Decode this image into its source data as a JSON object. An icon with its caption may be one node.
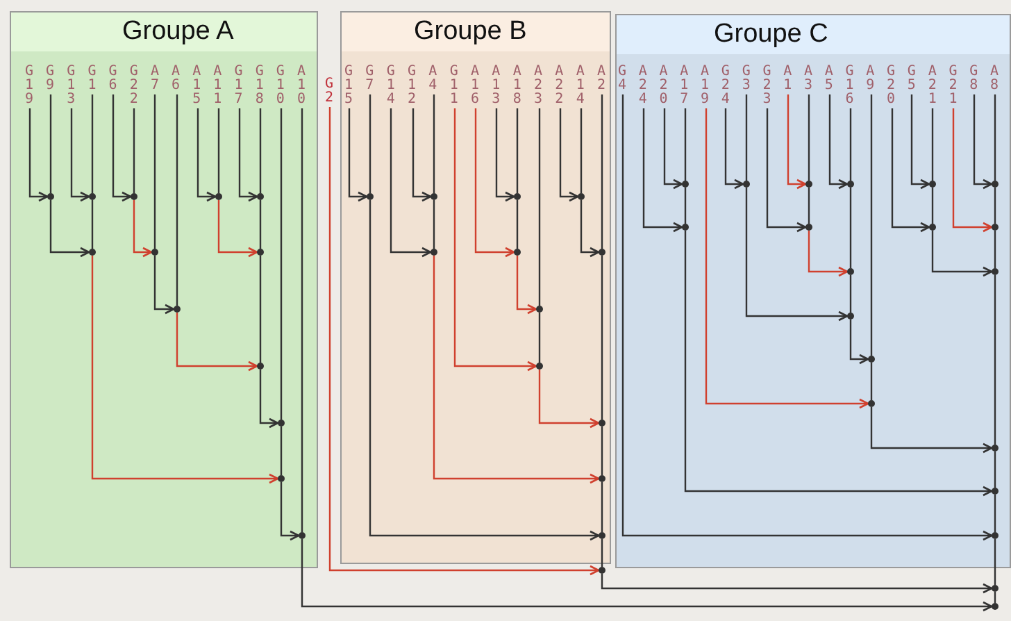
{
  "diagram": {
    "nodes": [
      {
        "text": [
          "Groupe A"
        ]
      },
      {
        "text": [
          "G19"
        ],
        "in": 0
      },
      {
        "text": [
          "G9"
        ],
        "in": 0
      },
      {
        "text": [
          "G13"
        ],
        "in": 0
      },
      {
        "text": [
          "G1"
        ],
        "in": 0
      },
      {
        "text": [
          "G6"
        ],
        "in": 0
      },
      {
        "text": [
          "G22"
        ],
        "in": 0
      },
      {
        "text": [
          "A7"
        ],
        "in": 0
      },
      {
        "text": [
          "A6"
        ],
        "in": 0
      },
      {
        "text": [
          "A15"
        ],
        "in": 0
      },
      {
        "text": [
          "A11"
        ],
        "in": 0
      },
      {
        "text": [
          "G17"
        ],
        "in": 0
      },
      {
        "text": [
          "G18"
        ],
        "in": 0
      },
      {
        "text": [
          "G10"
        ],
        "in": 0
      },
      {
        "text": [
          "A10"
        ],
        "in": 0
      },
      {
        "text": [
          "G2"
        ]
      },
      {
        "text": [
          "Groupe B"
        ]
      },
      {
        "text": [
          "G15"
        ],
        "in": 16
      },
      {
        "text": [
          "G7"
        ],
        "in": 16
      },
      {
        "text": [
          "G14"
        ],
        "in": 16
      },
      {
        "text": [
          "G12"
        ],
        "in": 16
      },
      {
        "text": [
          "A4"
        ],
        "in": 16
      },
      {
        "text": [
          "G11"
        ],
        "in": 16
      },
      {
        "text": [
          "A16"
        ],
        "in": 16
      },
      {
        "text": [
          "A13"
        ],
        "in": 16
      },
      {
        "text": [
          "A18"
        ],
        "in": 16
      },
      {
        "text": [
          "A23"
        ],
        "in": 16
      },
      {
        "text": [
          "A22"
        ],
        "in": 16
      },
      {
        "text": [
          "A14"
        ],
        "in": 16
      },
      {
        "text": [
          "A2"
        ],
        "in": 16
      },
      {
        "text": [
          "Groupe C"
        ]
      },
      {
        "text": [
          "G4"
        ],
        "in": 30
      },
      {
        "text": [
          "A24"
        ],
        "in": 30
      },
      {
        "text": [
          "A20"
        ],
        "in": 30
      },
      {
        "text": [
          "A17"
        ],
        "in": 30
      },
      {
        "text": [
          "A19"
        ],
        "in": 30
      },
      {
        "text": [
          "G24"
        ],
        "in": 30
      },
      {
        "text": [
          "G3"
        ],
        "in": 30
      },
      {
        "text": [
          "G23"
        ],
        "in": 30
      },
      {
        "text": [
          "A1"
        ],
        "in": 30
      },
      {
        "text": [
          "A3"
        ],
        "in": 30
      },
      {
        "text": [
          "A5"
        ],
        "in": 30
      },
      {
        "text": [
          "G16"
        ],
        "in": 30
      },
      {
        "text": [
          "A9"
        ],
        "in": 30
      },
      {
        "text": [
          "G20"
        ],
        "in": 30
      },
      {
        "text": [
          "G5"
        ],
        "in": 30
      },
      {
        "text": [
          "A21"
        ],
        "in": 30
      },
      {
        "text": [
          "G21"
        ],
        "in": 30
      },
      {
        "text": [
          "G8"
        ],
        "in": 30
      },
      {
        "text": [
          "A8"
        ],
        "in": 30
      },
      {
        "text": [],
        "shape": "circle",
        "in": 0
      },
      {
        "text": [],
        "shape": "circle",
        "in": 0
      },
      {
        "text": [],
        "shape": "circle",
        "in": 0
      },
      {
        "text": [],
        "shape": "circle",
        "in": 0
      },
      {
        "text": [],
        "shape": "circle",
        "in": 0
      },
      {
        "text": [],
        "shape": "circle",
        "in": 0
      },
      {
        "text": [],
        "shape": "circle",
        "in": 0
      },
      {
        "text": [],
        "shape": "circle",
        "in": 0
      },
      {
        "text": [],
        "shape": "circle",
        "in": 0
      },
      {
        "text": [],
        "shape": "circle",
        "in": 0
      },
      {
        "text": [],
        "shape": "circle",
        "in": 0
      },
      {
        "text": [],
        "shape": "circle",
        "in": 0
      },
      {
        "text": [],
        "shape": "circle",
        "in": 0
      },
      {
        "text": [],
        "shape": "circle",
        "in": 16
      },
      {
        "text": [],
        "shape": "circle",
        "in": 16
      },
      {
        "text": [],
        "shape": "circle",
        "in": 16
      },
      {
        "text": [],
        "shape": "circle",
        "in": 16
      },
      {
        "text": [],
        "shape": "circle",
        "in": 16
      },
      {
        "text": [],
        "shape": "circle",
        "in": 16
      },
      {
        "text": [],
        "shape": "circle",
        "in": 16
      },
      {
        "text": [],
        "shape": "circle",
        "in": 16
      },
      {
        "text": [],
        "shape": "circle",
        "in": 16
      },
      {
        "text": [],
        "shape": "circle",
        "in": 16
      },
      {
        "text": [],
        "shape": "circle",
        "in": 16
      },
      {
        "text": [],
        "shape": "circle",
        "in": 16
      },
      {
        "text": [],
        "shape": "circle",
        "in": 30
      },
      {
        "text": [],
        "shape": "circle",
        "in": 30
      },
      {
        "text": [],
        "shape": "circle",
        "in": 30
      },
      {
        "text": [],
        "shape": "circle",
        "in": 30
      },
      {
        "text": [],
        "shape": "circle",
        "in": 30
      },
      {
        "text": [],
        "shape": "circle",
        "in": 30
      },
      {
        "text": [],
        "shape": "circle",
        "in": 30
      },
      {
        "text": [],
        "shape": "circle",
        "in": 30
      },
      {
        "text": [],
        "shape": "circle",
        "in": 30
      },
      {
        "text": [],
        "shape": "circle",
        "in": 30
      },
      {
        "text": [],
        "shape": "circle",
        "in": 30
      },
      {
        "text": [],
        "shape": "circle",
        "in": 30
      },
      {
        "text": [],
        "shape": "circle",
        "in": 30
      },
      {
        "text": [],
        "shape": "circle",
        "in": 30
      },
      {
        "text": [],
        "shape": "circle",
        "in": 30
      },
      {
        "text": [],
        "shape": "circle",
        "in": 30
      },
      {
        "text": [],
        "shape": "circle",
        "in": 30
      },
      {
        "text": [],
        "shape": "circle",
        "in": 30
      },
      {
        "text": [],
        "shape": "circle"
      },
      {
        "text": [],
        "shape": "circle"
      },
      {
        "text": [],
        "shape": "circle"
      }
    ],
    "edges": [
      {
        "from": 5,
        "to": 50,
        "arrow": "to"
      },
      {
        "from": 6,
        "to": 50,
        "arrow": "none"
      },
      {
        "from": 3,
        "to": 51,
        "arrow": "to"
      },
      {
        "from": 4,
        "to": 51,
        "arrow": "none"
      },
      {
        "from": 50,
        "to": 52,
        "arrow": "to",
        "color": "#d0402e"
      },
      {
        "from": 7,
        "to": 52,
        "arrow": "none"
      },
      {
        "from": 9,
        "to": 53,
        "arrow": "to"
      },
      {
        "from": 10,
        "to": 53,
        "arrow": "none"
      },
      {
        "from": 11,
        "to": 54,
        "arrow": "to"
      },
      {
        "from": 12,
        "to": 54,
        "arrow": "none"
      },
      {
        "from": 53,
        "to": 55,
        "arrow": "to",
        "color": "#d0402e"
      },
      {
        "from": 54,
        "to": 55,
        "arrow": "none"
      },
      {
        "from": 52,
        "to": 56,
        "arrow": "to"
      },
      {
        "from": 8,
        "to": 56,
        "arrow": "none"
      },
      {
        "from": 1,
        "to": 57,
        "arrow": "to"
      },
      {
        "from": 2,
        "to": 57,
        "arrow": "none"
      },
      {
        "from": 56,
        "to": 58,
        "arrow": "to",
        "color": "#d0402e"
      },
      {
        "from": 55,
        "to": 58,
        "arrow": "none"
      },
      {
        "from": 57,
        "to": 59,
        "arrow": "to"
      },
      {
        "from": 51,
        "to": 59,
        "arrow": "none"
      },
      {
        "from": 58,
        "to": 60,
        "arrow": "to"
      },
      {
        "from": 13,
        "to": 60,
        "arrow": "none"
      },
      {
        "from": 59,
        "to": 61,
        "arrow": "to",
        "color": "#d0402e"
      },
      {
        "from": 60,
        "to": 61,
        "arrow": "none"
      },
      {
        "from": 61,
        "to": 62,
        "arrow": "to"
      },
      {
        "from": 14,
        "to": 62,
        "arrow": "none"
      },
      {
        "from": 24,
        "to": 63,
        "arrow": "to"
      },
      {
        "from": 25,
        "to": 63,
        "arrow": "none"
      },
      {
        "from": 23,
        "to": 64,
        "arrow": "to",
        "color": "#d0402e"
      },
      {
        "from": 63,
        "to": 64,
        "arrow": "none"
      },
      {
        "from": 27,
        "to": 65,
        "arrow": "to"
      },
      {
        "from": 28,
        "to": 65,
        "arrow": "none"
      },
      {
        "from": 20,
        "to": 66,
        "arrow": "to"
      },
      {
        "from": 21,
        "to": 66,
        "arrow": "none"
      },
      {
        "from": 64,
        "to": 67,
        "arrow": "to",
        "color": "#d0402e"
      },
      {
        "from": 26,
        "to": 67,
        "arrow": "none"
      },
      {
        "from": 65,
        "to": 68,
        "arrow": "to"
      },
      {
        "from": 29,
        "to": 68,
        "arrow": "none"
      },
      {
        "from": 22,
        "to": 69,
        "arrow": "to",
        "color": "#d0402e"
      },
      {
        "from": 67,
        "to": 69,
        "arrow": "none"
      },
      {
        "from": 19,
        "to": 70,
        "arrow": "to"
      },
      {
        "from": 66,
        "to": 70,
        "arrow": "none"
      },
      {
        "from": 69,
        "to": 71,
        "arrow": "to",
        "color": "#d0402e"
      },
      {
        "from": 68,
        "to": 71,
        "arrow": "none"
      },
      {
        "from": 17,
        "to": 72,
        "arrow": "to"
      },
      {
        "from": 18,
        "to": 72,
        "arrow": "none"
      },
      {
        "from": 70,
        "to": 73,
        "arrow": "to",
        "color": "#d0402e"
      },
      {
        "from": 71,
        "to": 73,
        "arrow": "none"
      },
      {
        "from": 72,
        "to": 74,
        "arrow": "to"
      },
      {
        "from": 73,
        "to": 74,
        "arrow": "none"
      },
      {
        "from": 33,
        "to": 75,
        "arrow": "to"
      },
      {
        "from": 34,
        "to": 75,
        "arrow": "none"
      },
      {
        "from": 32,
        "to": 76,
        "arrow": "to"
      },
      {
        "from": 75,
        "to": 76,
        "arrow": "none"
      },
      {
        "from": 36,
        "to": 77,
        "arrow": "to"
      },
      {
        "from": 37,
        "to": 77,
        "arrow": "none"
      },
      {
        "from": 39,
        "to": 78,
        "arrow": "to",
        "color": "#d0402e"
      },
      {
        "from": 40,
        "to": 78,
        "arrow": "none"
      },
      {
        "from": 38,
        "to": 79,
        "arrow": "to"
      },
      {
        "from": 78,
        "to": 79,
        "arrow": "none"
      },
      {
        "from": 41,
        "to": 80,
        "arrow": "to"
      },
      {
        "from": 42,
        "to": 80,
        "arrow": "none"
      },
      {
        "from": 79,
        "to": 81,
        "arrow": "to",
        "color": "#d0402e"
      },
      {
        "from": 80,
        "to": 81,
        "arrow": "none"
      },
      {
        "from": 77,
        "to": 82,
        "arrow": "to"
      },
      {
        "from": 81,
        "to": 82,
        "arrow": "none"
      },
      {
        "from": 82,
        "to": 83,
        "arrow": "to"
      },
      {
        "from": 43,
        "to": 83,
        "arrow": "none"
      },
      {
        "from": 35,
        "to": 84,
        "arrow": "to",
        "color": "#d0402e"
      },
      {
        "from": 83,
        "to": 84,
        "arrow": "none"
      },
      {
        "from": 45,
        "to": 85,
        "arrow": "to"
      },
      {
        "from": 46,
        "to": 85,
        "arrow": "none"
      },
      {
        "from": 44,
        "to": 86,
        "arrow": "to"
      },
      {
        "from": 85,
        "to": 86,
        "arrow": "none"
      },
      {
        "from": 48,
        "to": 87,
        "arrow": "to"
      },
      {
        "from": 49,
        "to": 87,
        "arrow": "none"
      },
      {
        "from": 47,
        "to": 88,
        "arrow": "to",
        "color": "#d0402e"
      },
      {
        "from": 87,
        "to": 88,
        "arrow": "none"
      },
      {
        "from": 86,
        "to": 89,
        "arrow": "to"
      },
      {
        "from": 88,
        "to": 89,
        "arrow": "none"
      },
      {
        "from": 84,
        "to": 90,
        "arrow": "to"
      },
      {
        "from": 89,
        "to": 90,
        "arrow": "none"
      },
      {
        "from": 76,
        "to": 91,
        "arrow": "to"
      },
      {
        "from": 90,
        "to": 91,
        "arrow": "none"
      },
      {
        "from": 31,
        "to": 92,
        "arrow": "to"
      },
      {
        "from": 91,
        "to": 92,
        "arrow": "none"
      },
      {
        "from": 15,
        "to": 93,
        "arrow": "to",
        "color": "#d0402e"
      },
      {
        "from": 74,
        "to": 93,
        "arrow": "none"
      },
      {
        "from": 93,
        "to": 94,
        "arrow": "to"
      },
      {
        "from": 92,
        "to": 94,
        "arrow": "none"
      },
      {
        "from": 62,
        "to": 95,
        "arrow": "to"
      },
      {
        "from": 94,
        "to": 95,
        "arrow": "none"
      }
    ]
  }
}
